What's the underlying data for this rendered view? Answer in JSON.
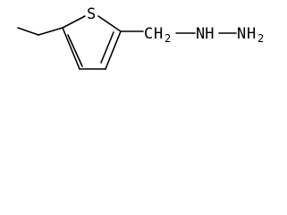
{
  "molecule": {
    "labels": {
      "sulfur": "S",
      "methylene_c": "C",
      "methylene_h": "H",
      "methylene_sub": "2",
      "nh": "NH",
      "nh2_n": "N",
      "nh2_h": "H",
      "nh2_sub": "2"
    }
  }
}
